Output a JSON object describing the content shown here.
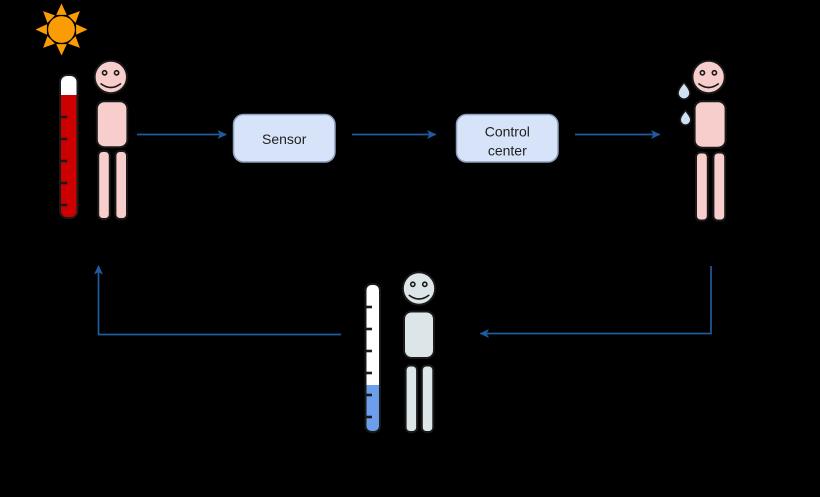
{
  "diagram": {
    "background_color": "#000000",
    "arrow_color": "#1E5CA0",
    "node_fill_color": "#D7E3F8",
    "node_border_color": "#8AA0BE",
    "sensor": {
      "label": "Sensor"
    },
    "control_center": {
      "label_line1": "Control",
      "label_line2": "center"
    },
    "icons": {
      "sun": {
        "name": "sun-icon",
        "color": "#FA9C05"
      },
      "thermometer_hot": {
        "name": "thermometer-hot-icon",
        "fill_color": "#CC0000",
        "level": "high"
      },
      "person_hot": {
        "name": "person-hot-icon",
        "color": "#F8CECC"
      },
      "person_sweating": {
        "name": "person-sweating-icon",
        "color": "#F8CECC",
        "sweat_color": "#CFE2F3"
      },
      "thermometer_cool": {
        "name": "thermometer-cool-icon",
        "fill_color": "#6D9EEB",
        "level": "low"
      },
      "person_cooled": {
        "name": "person-cooled-icon",
        "color": "#DCE6E8"
      }
    }
  }
}
